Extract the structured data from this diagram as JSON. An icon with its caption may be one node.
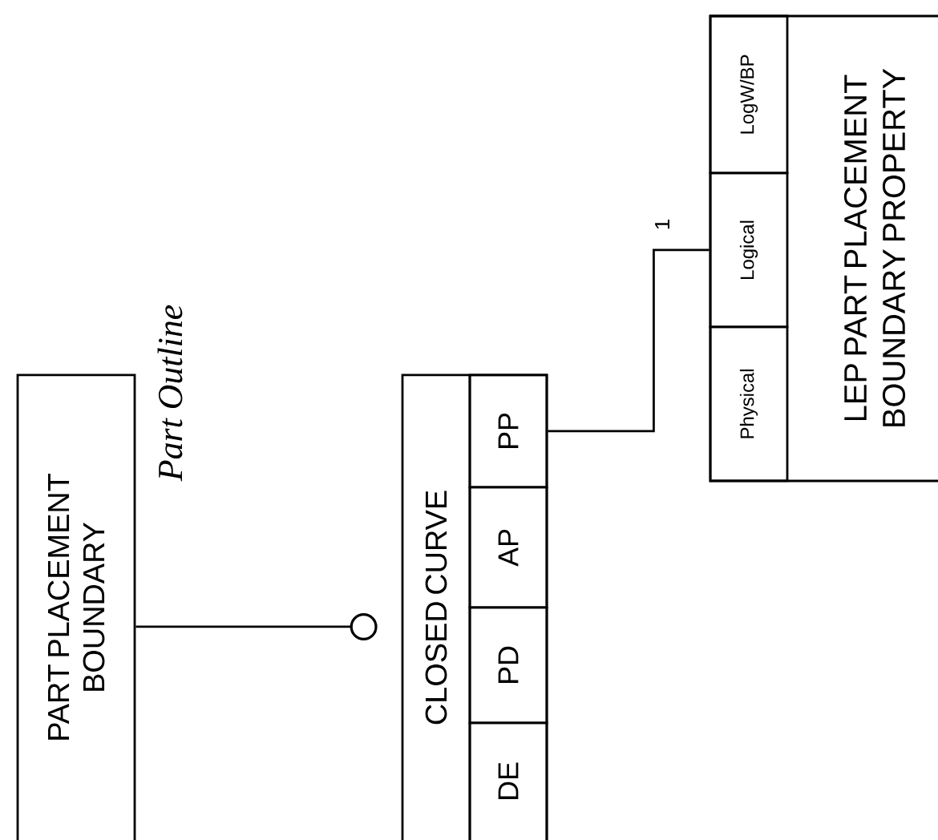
{
  "diagram": {
    "nodes": [
      {
        "text": [
          "PART PLACEMENT BOUNDARY"
        ]
      },
      {
        "text": [
          "CLOSED CURVE"
        ]
      },
      {
        "text": [
          "DE"
        ],
        "in": 1
      },
      {
        "text": [
          "PD"
        ],
        "in": 1
      },
      {
        "text": [
          "AP"
        ],
        "in": 1
      },
      {
        "text": [
          "PP"
        ],
        "in": 1
      },
      {
        "text": [
          "LEP PART PLACEMENT BOUNDARY PROPERTY"
        ]
      },
      {
        "text": [
          "Physical"
        ],
        "in": 6
      },
      {
        "text": [
          "Logical"
        ],
        "in": 6
      },
      {
        "text": [
          "LogW/BP"
        ],
        "in": 6
      }
    ],
    "edges": [
      {
        "from": 0,
        "to": 1,
        "arrow": "other"
      },
      {
        "from": 5,
        "to": 8,
        "arrow": "none",
        "label": "1"
      }
    ],
    "labels": [
      "Part Outline"
    ]
  }
}
